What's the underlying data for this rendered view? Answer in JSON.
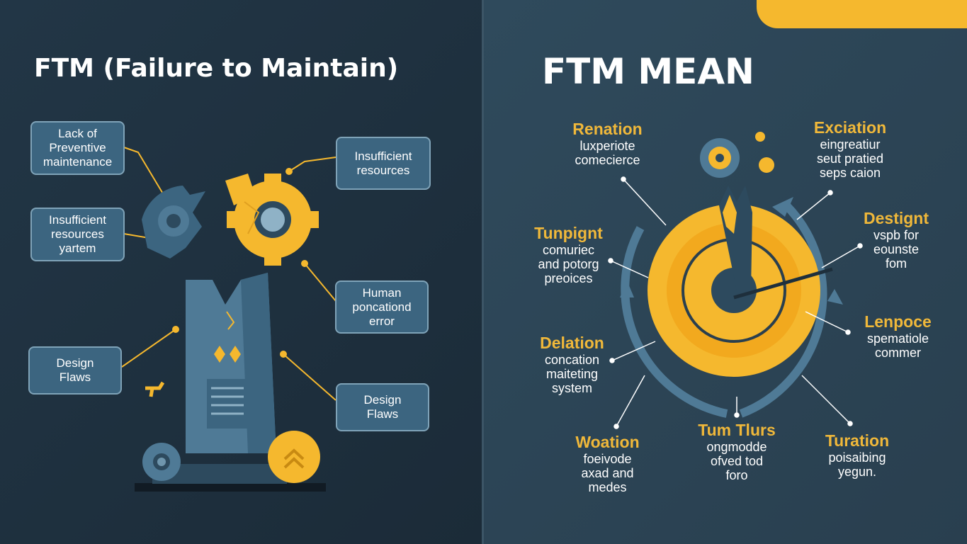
{
  "left": {
    "title": "FTM (Failure to Maintain)",
    "boxes": [
      "Lack of\nPreventive\nmaintenance",
      "Insufficient\nresources\nyartem",
      "Design\nFlaws",
      "Insufficient\nresources",
      "Human\nponcationd\nerror",
      "Design\nFlaws"
    ]
  },
  "right": {
    "title": "FTM MEAN",
    "labels": [
      {
        "h": "Renation",
        "b": "luxperiote\ncomecierce"
      },
      {
        "h": "Exciation",
        "b": "eingreatiur\nseut pratied\nseps caion"
      },
      {
        "h": "Tunpignt",
        "b": "comuriec\nand potorg\npreoices"
      },
      {
        "h": "Destignt",
        "b": "vspb for\neounste\nfom"
      },
      {
        "h": "Delation",
        "b": "concation\nmaiteting\nsystem"
      },
      {
        "h": "Lenpoce",
        "b": "spematiole\ncommer"
      },
      {
        "h": "Woation",
        "b": "foeivode\naxad and\nmedes"
      },
      {
        "h": "Tum Tlurs",
        "b": "ongmodde\nofved tod\nforo"
      },
      {
        "h": "Turation",
        "b": "poisaibing\nyegun."
      }
    ]
  },
  "colors": {
    "accent": "#f5b82e",
    "panel_left": "#1f3140",
    "panel_right": "#2e4657",
    "box": "#3c6580"
  }
}
